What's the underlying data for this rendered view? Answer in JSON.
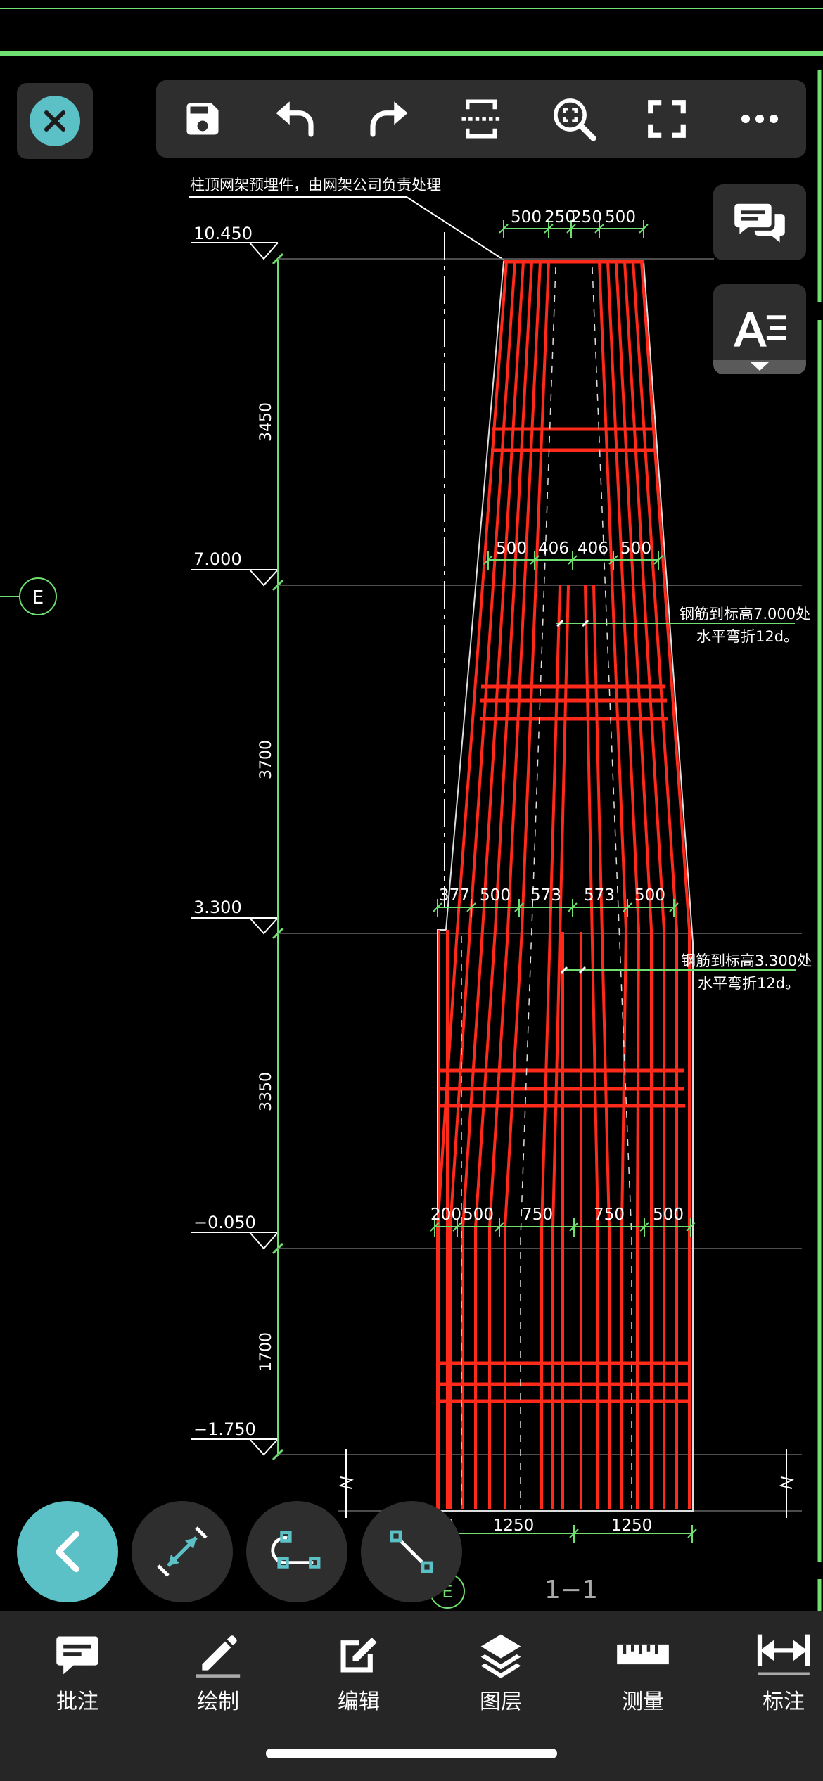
{
  "toolbar": {
    "items": [
      "save-icon",
      "undo-icon",
      "redo-icon",
      "section-icon",
      "zoom-region-icon",
      "fullscreen-icon",
      "more-icon"
    ]
  },
  "drawing": {
    "note_top": "柱顶网架预埋件，由网架公司负责处理",
    "elevations": [
      "10.450",
      "7.000",
      "3.300",
      "−0.050",
      "−1.750"
    ],
    "heights": [
      "3450",
      "3700",
      "3350",
      "1700"
    ],
    "dims_row1": [
      "500",
      "250",
      "250",
      "500"
    ],
    "dims_row2": [
      "500",
      "406",
      "406",
      "500"
    ],
    "dims_row3": [
      "377",
      "500",
      "573",
      "573",
      "500"
    ],
    "dims_row4": [
      "200",
      "500",
      "750",
      "750",
      "500"
    ],
    "dims_bottom": [
      "0",
      "1250",
      "1250"
    ],
    "note_mid1_line1": "钢筋到标高7.000处",
    "note_mid1_line2": "水平弯折12d。",
    "note_mid2_line1": "钢筋到标高3.300处",
    "note_mid2_line2": "水平弯折12d。",
    "axis_e_left": "E",
    "axis_e_bottom": "E",
    "section_label": "1−1"
  },
  "nav": [
    {
      "label": "批注",
      "icon": "annotation-icon"
    },
    {
      "label": "绘制",
      "icon": "draw-icon"
    },
    {
      "label": "编辑",
      "icon": "edit-icon"
    },
    {
      "label": "图层",
      "icon": "layers-icon"
    },
    {
      "label": "测量",
      "icon": "measure-icon"
    },
    {
      "label": "标注",
      "icon": "dimension-icon"
    }
  ],
  "colors": {
    "accent": "#5cc0c7",
    "rebar": "#ff2a1a",
    "dim": "#6fe06f",
    "panel": "#2e2e2e"
  }
}
